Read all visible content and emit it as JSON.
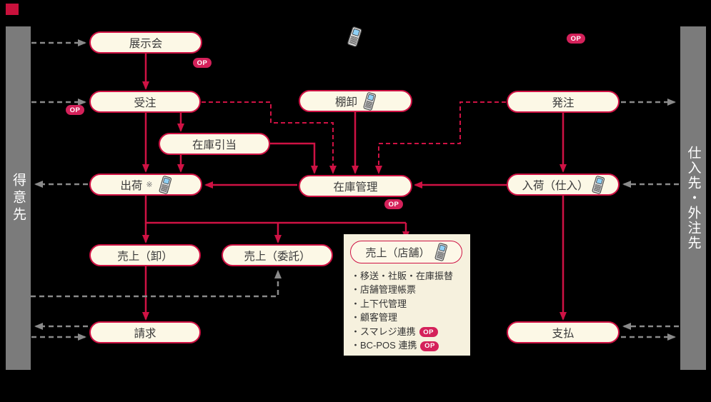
{
  "badge_label": "OP",
  "colors": {
    "accent_crimson": "#cf1244",
    "badge_pink": "#d4215a",
    "node_fill_cream": "#fcf8e6",
    "panel_cream": "#f6f1de",
    "entity_bar_gray": "#7b7b7b",
    "dashed_gray": "#8a8a8a",
    "background": "#000000"
  },
  "left_bar": {
    "label": "得意先"
  },
  "right_bar": {
    "label": "仕入先・外注先"
  },
  "nodes": {
    "exhibition": {
      "label": "展示会"
    },
    "order": {
      "label": "受注"
    },
    "stocktake": {
      "label": "棚卸"
    },
    "purchase_order": {
      "label": "発注"
    },
    "inventory_allocation": {
      "label": "在庫引当"
    },
    "shipping": {
      "label": "出荷",
      "note": "※"
    },
    "inventory_management": {
      "label": "在庫管理"
    },
    "arrival": {
      "label": "入荷（仕入）"
    },
    "sales_wholesale": {
      "label": "売上（卸）"
    },
    "sales_consignment": {
      "label": "売上（委託）"
    },
    "sales_store": {
      "label": "売上（店舗）"
    },
    "billing": {
      "label": "請求"
    },
    "payment": {
      "label": "支払"
    }
  },
  "store_panel": {
    "items": [
      {
        "text": "・移送・社販・在庫振替"
      },
      {
        "text": "・店舗管理帳票"
      },
      {
        "text": "・上下代管理"
      },
      {
        "text": "・顧客管理"
      },
      {
        "text": "・スマレジ連携",
        "badge": "OP"
      },
      {
        "text": "・BC-POS 連携",
        "badge": "OP"
      }
    ]
  }
}
